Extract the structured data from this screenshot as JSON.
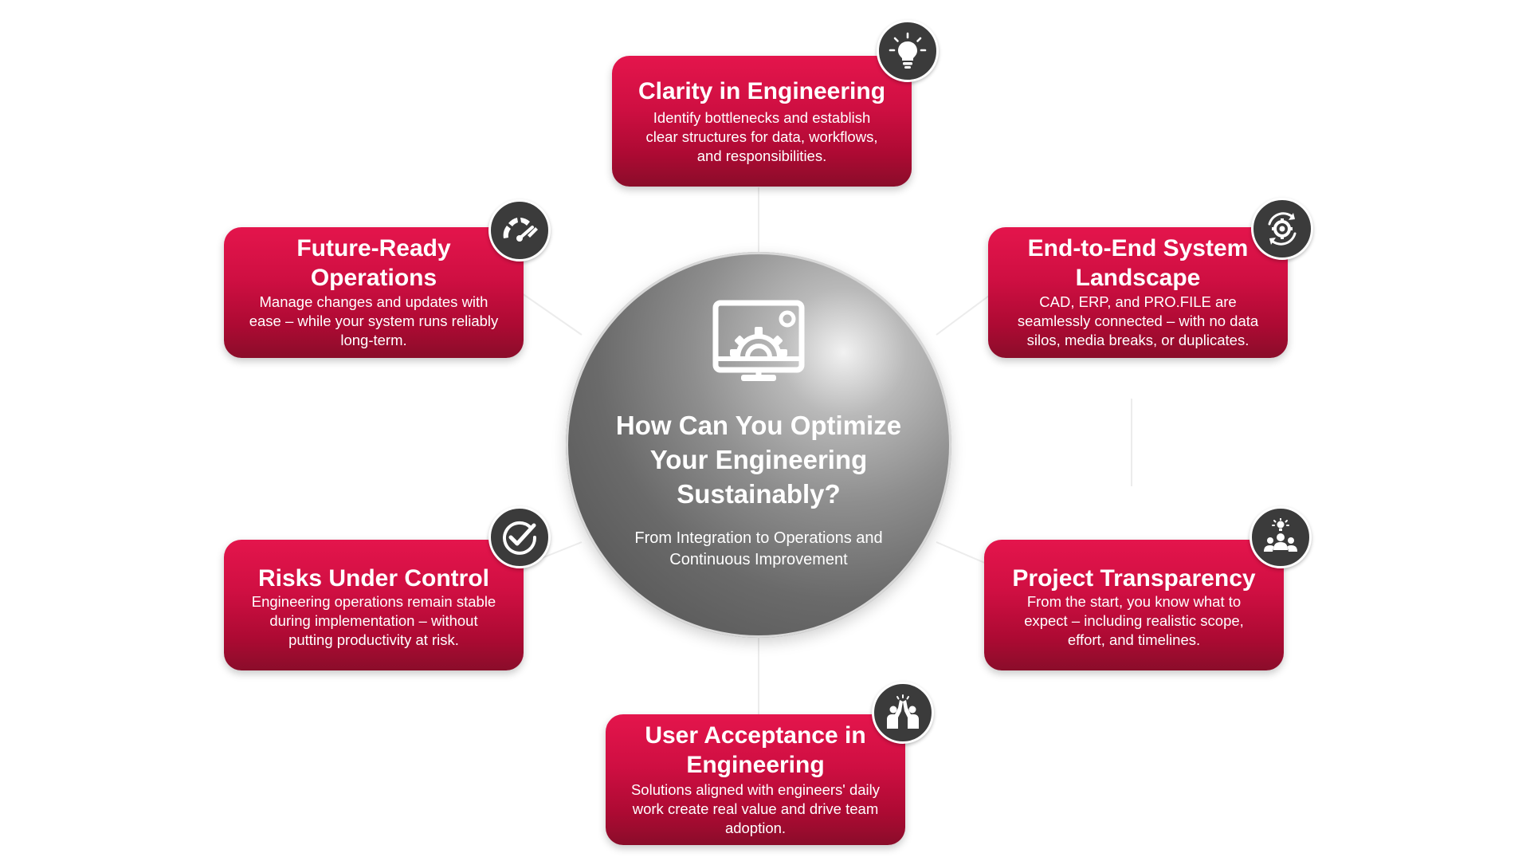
{
  "center": {
    "icon": "monitor-gear-icon",
    "title": "How Can You Optimize\nYour Engineering\nSustainably?",
    "subtitle": "From Integration to Operations and\nContinuous Improvement"
  },
  "colors": {
    "card_red": "#d1124a",
    "card_red_dark": "#8a0d2a",
    "badge": "#3b3b3b",
    "hub_gray": "#6a6a6a"
  },
  "cards": [
    {
      "title": "Clarity in Engineering",
      "text": "Identify bottlenecks and establish\nclear structures for data, workflows,\nand responsibilities.",
      "icon": "lightbulb-icon"
    },
    {
      "title": "End-to-End System\nLandscape",
      "text": "CAD, ERP, and PRO.FILE are\nseamlessly connected – with no data\nsilos, media breaks, or duplicates.",
      "icon": "gear-sync-icon"
    },
    {
      "title": "Project Transparency",
      "text": "From the start, you know what to\nexpect – including realistic scope,\neffort, and timelines.",
      "icon": "team-idea-icon"
    },
    {
      "title": "User Acceptance in\nEngineering",
      "text": "Solutions aligned with engineers' daily\nwork create real value and drive team\nadoption.",
      "icon": "high-five-icon"
    },
    {
      "title": "Risks Under Control",
      "text": "Engineering operations remain stable\nduring implementation – without\nputting productivity at risk.",
      "icon": "check-circle-icon"
    },
    {
      "title": "Future-Ready\nOperations",
      "text": "Manage changes and updates with\nease – while your system runs reliably\nlong-term.",
      "icon": "speedometer-icon"
    }
  ]
}
